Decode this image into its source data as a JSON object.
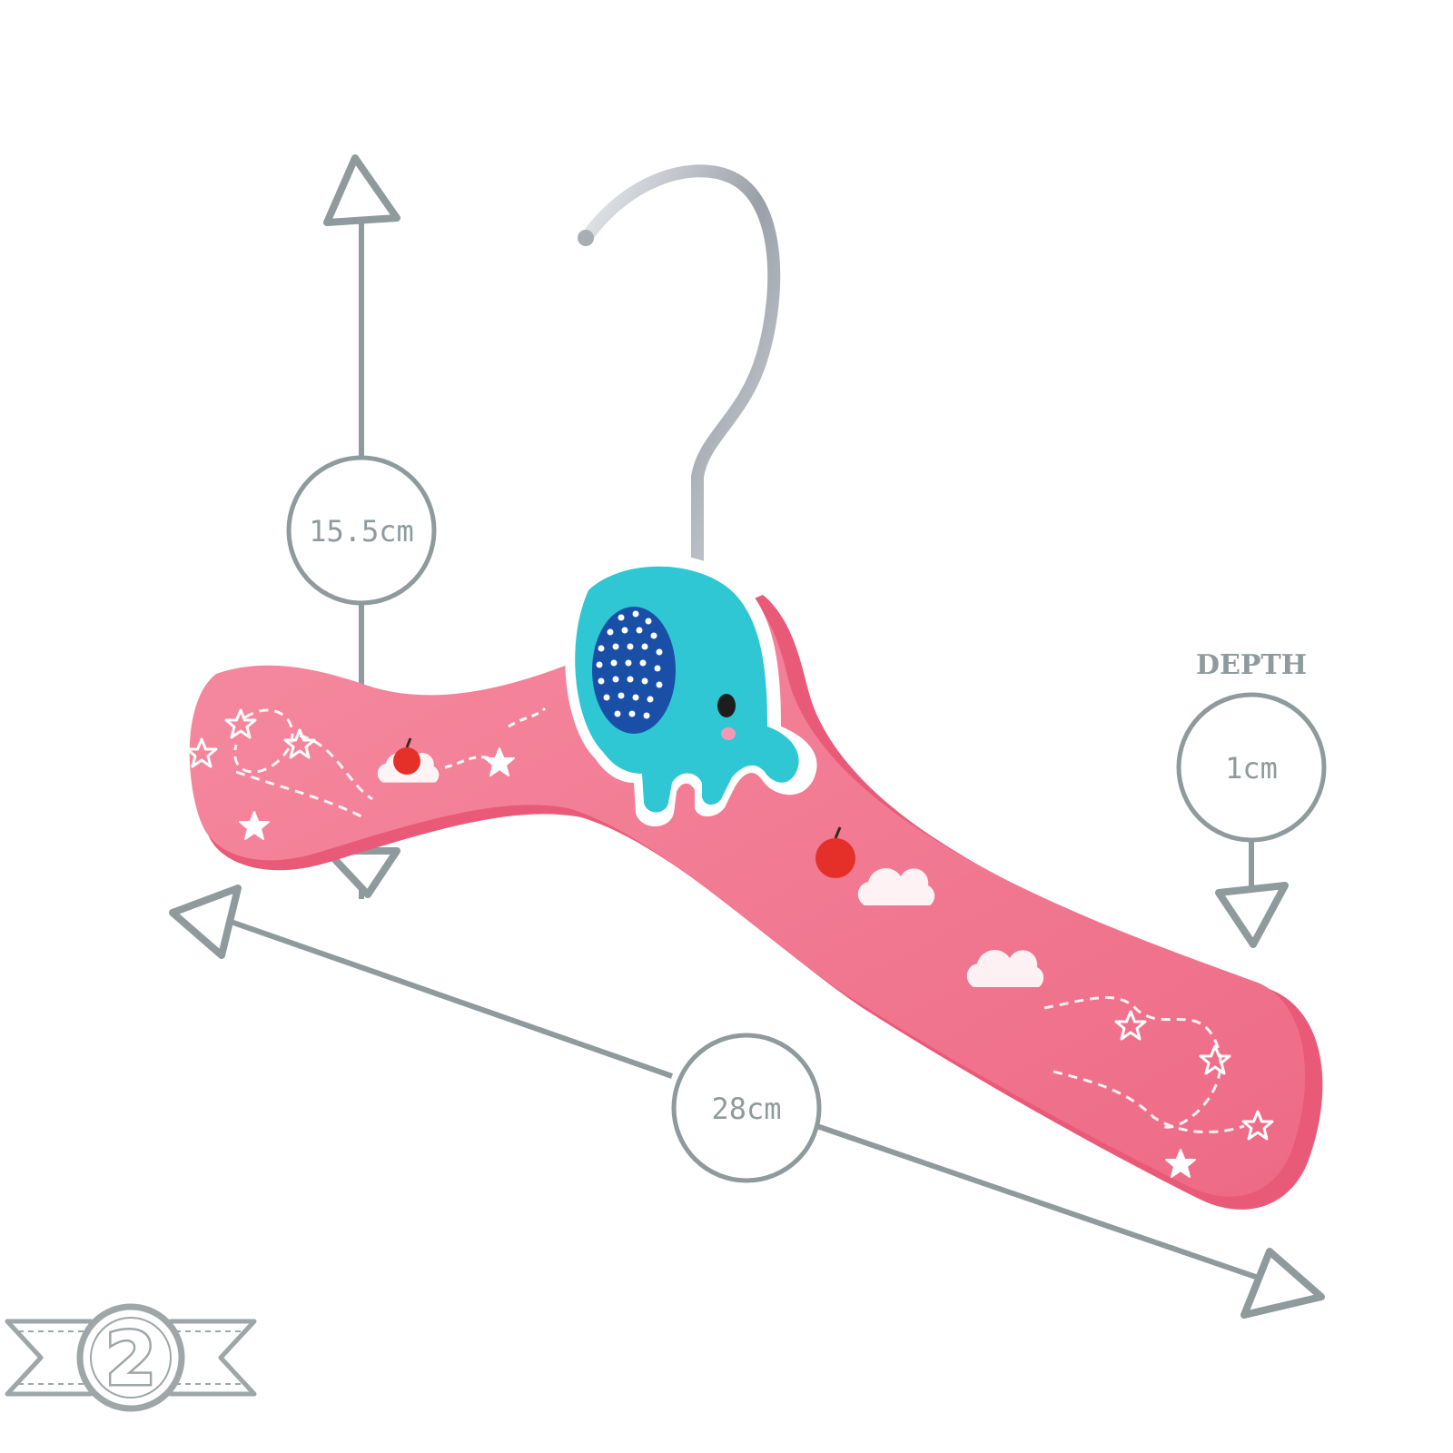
{
  "dimensions": {
    "height_label": "15.5cm",
    "width_label": "28cm",
    "depth_title": "DEPTH",
    "depth_label": "1cm"
  },
  "badge": {
    "number": "2"
  },
  "colors": {
    "dimension_line": "#8f9a9c",
    "hanger_pink": "#f2708a",
    "hanger_edge": "#e85a78",
    "elephant_teal": "#2fc7d3",
    "elephant_ear": "#1a4fa8",
    "hook_metal": "#b9bdc2"
  }
}
